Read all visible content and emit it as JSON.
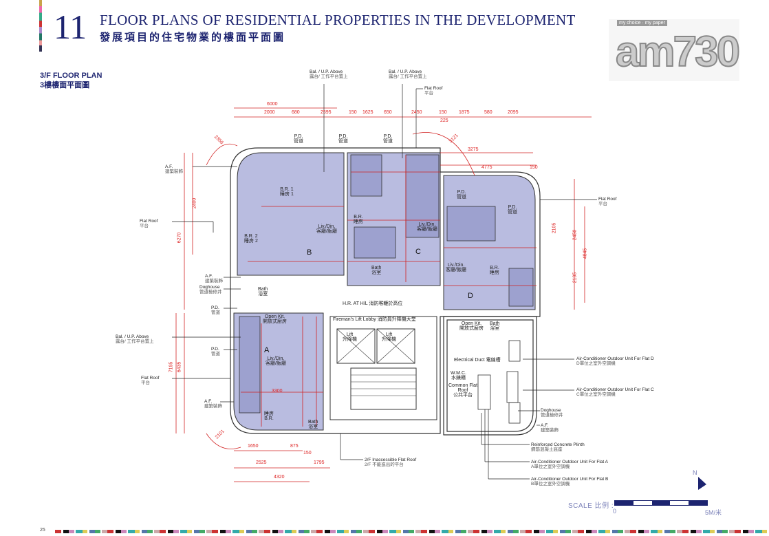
{
  "header": {
    "section_number": "11",
    "title_en": "FLOOR PLANS OF RESIDENTIAL PROPERTIES IN THE DEVELOPMENT",
    "title_zh": "發展項目的住宅物業的樓面平面圖",
    "page_number": "25"
  },
  "logo": {
    "text": "am730",
    "tagline": "my choice · my paper"
  },
  "plan": {
    "title_en": "3/F FLOOR PLAN",
    "title_zh": "3樓樓面平面圖"
  },
  "callouts": [
    {
      "en": "Bal. / U.P. Above",
      "zh": "露台/ 工作平台置上"
    },
    {
      "en": "Bal. / U.P. Above",
      "zh": "露台/ 工作平台置上"
    },
    {
      "en": "Flat Roof",
      "zh": "平台"
    },
    {
      "en": "A.F.",
      "zh": "建築裝飾"
    },
    {
      "en": "Flat Roof",
      "zh": "平台"
    },
    {
      "en": "A.F.",
      "zh": "建築裝飾"
    },
    {
      "en": "Doghouse",
      "zh": "管道檢修井"
    },
    {
      "en": "P.D.",
      "zh": "管道"
    },
    {
      "en": "Bal. / U.P. Above",
      "zh": "露台/ 工作平台置上"
    },
    {
      "en": "P.D.",
      "zh": "管道"
    },
    {
      "en": "Flat Roof",
      "zh": "平台"
    },
    {
      "en": "A.F.",
      "zh": "建築裝飾"
    },
    {
      "en": "Flat Roof",
      "zh": "平台"
    },
    {
      "en": "Air-Conditioner Outdoor Unit For Flat D",
      "zh": "D單位之室外空調機"
    },
    {
      "en": "Air-Conditioner Outdoor Unit For Flat C",
      "zh": "C單位之室外空調機"
    },
    {
      "en": "Doghouse",
      "zh": "管道檢修井"
    },
    {
      "en": "A.F.",
      "zh": "建築裝飾"
    },
    {
      "en": "Reinforced Concrete Plinth",
      "zh": "鋼筋混凝土底座"
    },
    {
      "en": "Air-Conditioner Outdoor Unit For Flat A",
      "zh": "A單位之室外空調機"
    },
    {
      "en": "Air-Conditioner Outdoor Unit For Flat B",
      "zh": "B單位之室外空調機"
    },
    {
      "en": "2/F Inaccessible Flat Roof",
      "zh": "2/F 不能進出的平台"
    }
  ],
  "rooms": {
    "flats": [
      "A",
      "B",
      "C",
      "D"
    ],
    "liv_din": {
      "en": "Liv./Din.",
      "zh": "客廳/飯廳"
    },
    "br": {
      "en": "B.R.",
      "zh": "睡房"
    },
    "br1": {
      "en": "B.R. 1",
      "zh": "睡房 1"
    },
    "br2": {
      "en": "B.R. 2",
      "zh": "睡房 2"
    },
    "bath": {
      "en": "Bath",
      "zh": "浴室"
    },
    "open_kit": {
      "en": "Open Kit.",
      "zh": "開放式廚房"
    },
    "lift": {
      "en": "Lift",
      "zh": "升降機"
    },
    "lobby": "Fireman's Lift Lobby 消防員升降機大堂",
    "pd": {
      "en": "P.D.",
      "zh": "管道"
    },
    "elec": "Electrical Duct 電線槽",
    "wmc": {
      "en": "W.M.C.",
      "zh": "水錶櫃"
    },
    "common_roof": {
      "en": "Common Flat Roof",
      "zh": "公共平台"
    },
    "hrat": "H.R. AT H/L 消防喉轆於高位"
  },
  "dimensions": {
    "top_overall": "6000",
    "top_row": [
      "2000",
      "680",
      "2595",
      "150",
      "1625",
      "650",
      "2450",
      "150",
      "1875",
      "580",
      "2095"
    ],
    "top_225": "225",
    "right_top": [
      "3275",
      "4775",
      "150"
    ],
    "right_side": [
      "2450",
      "4845",
      "2195",
      "2105"
    ],
    "left_side": [
      "2400",
      "6270",
      "7195",
      "6435",
      "3300"
    ],
    "bottom": [
      "1650",
      "875",
      "2525",
      "1795",
      "4320",
      "150"
    ],
    "diag": [
      "2356",
      "3121",
      "2101"
    ]
  },
  "scale": {
    "label": "SCALE 比例 :",
    "start": "0",
    "end": "5M/米",
    "north": "N"
  },
  "colors": {
    "navy": "#1d2470",
    "unit_fill": "#b9bce0",
    "dim_red": "#d22222"
  }
}
